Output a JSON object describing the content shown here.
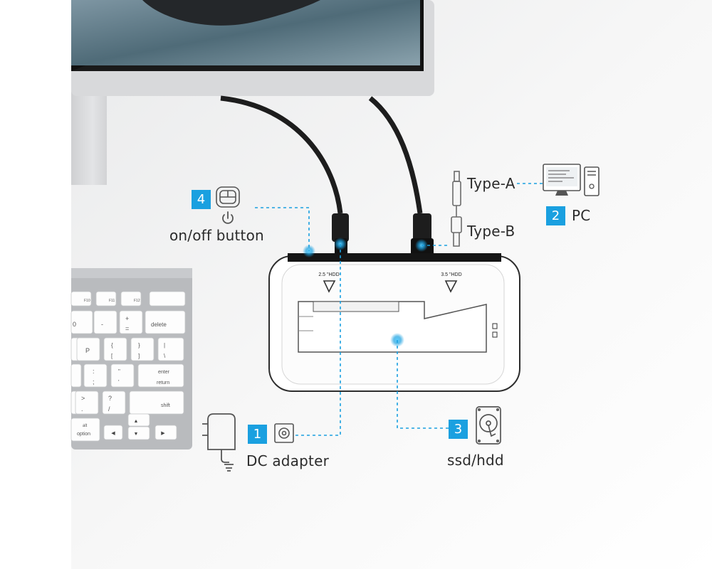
{
  "callouts": {
    "dc_adapter": {
      "number": "1",
      "label": "DC adapter"
    },
    "pc": {
      "number": "2",
      "label": "PC"
    },
    "ssd_hdd": {
      "number": "3",
      "label": "ssd/hdd"
    },
    "on_off": {
      "number": "4",
      "label": "on/off  button"
    }
  },
  "cable_labels": {
    "type_a": "Type-A",
    "type_b": "Type-B"
  },
  "dock_labels": {
    "hdd_25": "2.5 \"HDD",
    "hdd_35": "3.5 \"HDD"
  },
  "keyboard": {
    "keys": [
      "F10",
      "F11",
      "F12",
      "0",
      "-",
      "+",
      "=",
      "delete",
      "P",
      "{",
      "[",
      "}",
      "]",
      "|",
      "\\",
      ":",
      ";",
      "\"",
      "'",
      "enter",
      "return",
      ">",
      ".",
      "?",
      "/",
      "shift",
      "alt",
      "option"
    ]
  },
  "colors": {
    "accent": "#1aa0e0",
    "text": "#2b2b2b",
    "background": "#ffffff",
    "dock": "#ffffff",
    "keyboard": "#b9bbbe"
  },
  "icons": [
    "power-button-icon",
    "power-symbol-icon",
    "desktop-pc-icon",
    "usb-cable-icon",
    "dc-port-icon",
    "power-adapter-icon",
    "hard-drive-icon"
  ]
}
